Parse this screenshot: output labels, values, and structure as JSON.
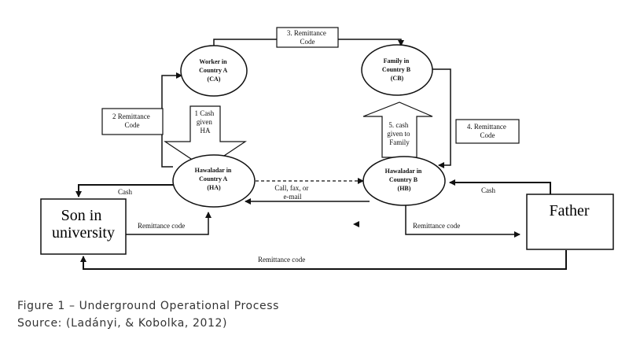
{
  "nodes": {
    "worker": [
      "Worker in",
      "Country A",
      "(CA)"
    ],
    "family": [
      "Family in",
      "Country B",
      "(CB)"
    ],
    "hawaladar_a": [
      "Hawaladar in",
      "Country A",
      "(HA)"
    ],
    "hawaladar_b": [
      "Hawaladar in",
      "Country B",
      "(HB)"
    ],
    "son": [
      "Son in",
      "university"
    ],
    "father": "Father"
  },
  "steps": {
    "step1": [
      "1 Cash",
      "given",
      "HA"
    ],
    "step2": [
      "2 Remittance",
      "Code"
    ],
    "step3": [
      "3. Remittance",
      "Code"
    ],
    "step4": [
      "4. Remittance",
      "Code"
    ],
    "step5": [
      "5. cash",
      "given to",
      "Family"
    ]
  },
  "edges": {
    "call": [
      "Call, fax, or",
      "e-mail"
    ],
    "cash_left": "Cash",
    "cash_right": "Cash",
    "remit_left": "Remittance code",
    "remit_right": "Remittance code",
    "remit_bottom": "Remittance code"
  },
  "caption": {
    "line1": "Figure 1 – Underground Operational Process",
    "line2": "Source: (Ladányi,  & Kobolka, 2012)"
  }
}
